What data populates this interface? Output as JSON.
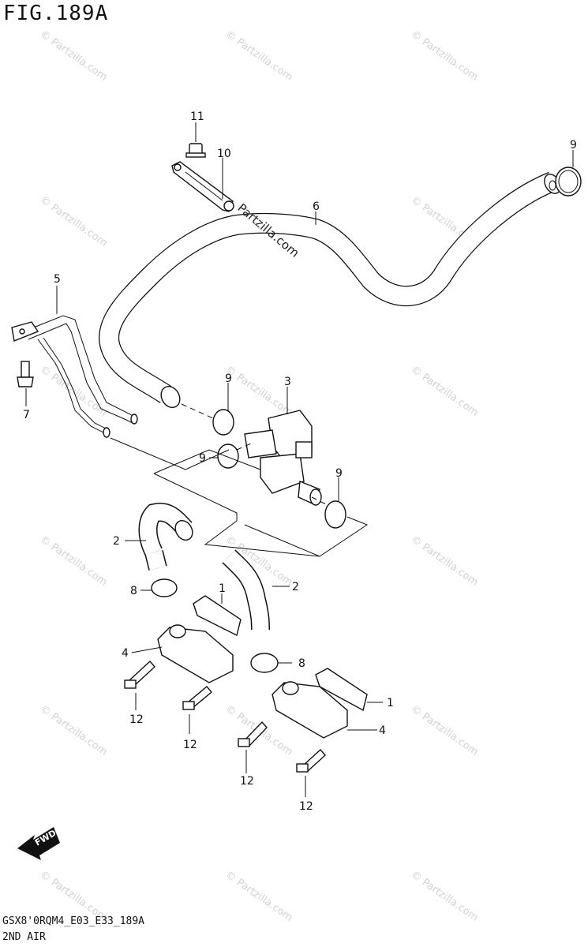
{
  "figure": {
    "title": "FIG.189A",
    "code": "GSX8'0RQM4_E03_E33_189A",
    "name": "2ND AIR",
    "fwd_label": "FWD",
    "watermark": "© Partzilla.com",
    "center_watermark": "Partzilla.com"
  },
  "callouts": [
    {
      "id": "c11",
      "text": "11"
    },
    {
      "id": "c10",
      "text": "10"
    },
    {
      "id": "c9a",
      "text": "9"
    },
    {
      "id": "c6",
      "text": "6"
    },
    {
      "id": "c5",
      "text": "5"
    },
    {
      "id": "c7",
      "text": "7"
    },
    {
      "id": "c9b",
      "text": "9"
    },
    {
      "id": "c3",
      "text": "3"
    },
    {
      "id": "c9c",
      "text": "9"
    },
    {
      "id": "c9d",
      "text": "9"
    },
    {
      "id": "c2a",
      "text": "2"
    },
    {
      "id": "c2b",
      "text": "2"
    },
    {
      "id": "c8a",
      "text": "8"
    },
    {
      "id": "c1a",
      "text": "1"
    },
    {
      "id": "c4a",
      "text": "4"
    },
    {
      "id": "c8b",
      "text": "8"
    },
    {
      "id": "c12a",
      "text": "12"
    },
    {
      "id": "c1b",
      "text": "1"
    },
    {
      "id": "c12b",
      "text": "12"
    },
    {
      "id": "c4b",
      "text": "4"
    },
    {
      "id": "c12c",
      "text": "12"
    },
    {
      "id": "c12d",
      "text": "12"
    }
  ]
}
